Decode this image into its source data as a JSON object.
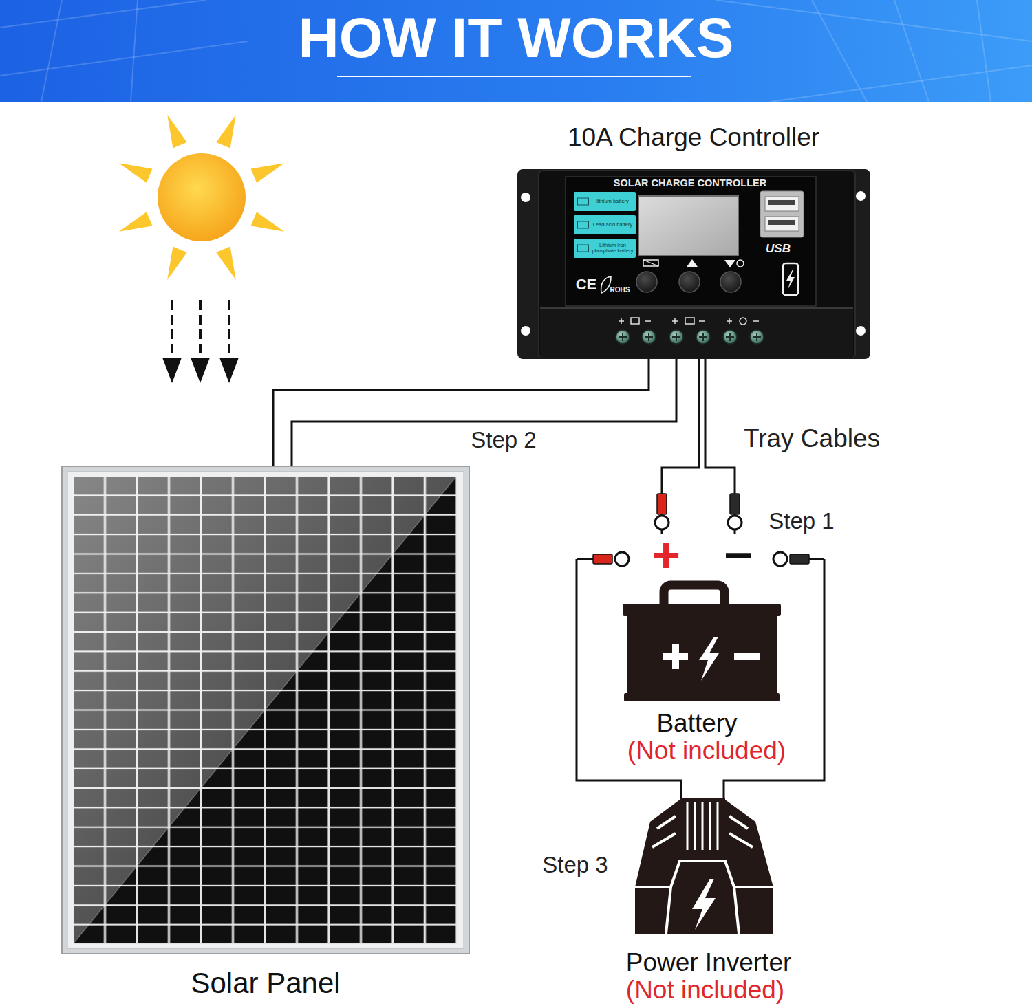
{
  "diagram": {
    "title": "HOW IT WORKS",
    "nodes": [
      {
        "text": [
          "10A Charge Controller",
          "SOLAR CHARGE CONTROLLER"
        ]
      },
      {
        "text": [
          "lithium battery"
        ],
        "in": 0
      },
      {
        "text": [
          "Lead acid battery"
        ],
        "in": 0
      },
      {
        "text": [
          "Lithium iron phosphate battery"
        ],
        "in": 0
      },
      {
        "text": [
          "Solar Panel"
        ]
      },
      {
        "text": [
          "Battery",
          "(Not included)"
        ]
      },
      {
        "text": [
          "Power Inverter",
          "(Not included)"
        ]
      }
    ],
    "edges": [
      {
        "from": 0,
        "to": 4,
        "arrow": "none"
      },
      {
        "from": 0,
        "to": 5,
        "arrow": "none"
      },
      {
        "from": 5,
        "to": 6,
        "arrow": "none"
      }
    ],
    "labels": [
      "USB",
      "CE",
      "ROHS",
      "Step 2",
      "Tray Cables",
      "Step 1",
      "+",
      "−",
      "Step 3"
    ]
  }
}
